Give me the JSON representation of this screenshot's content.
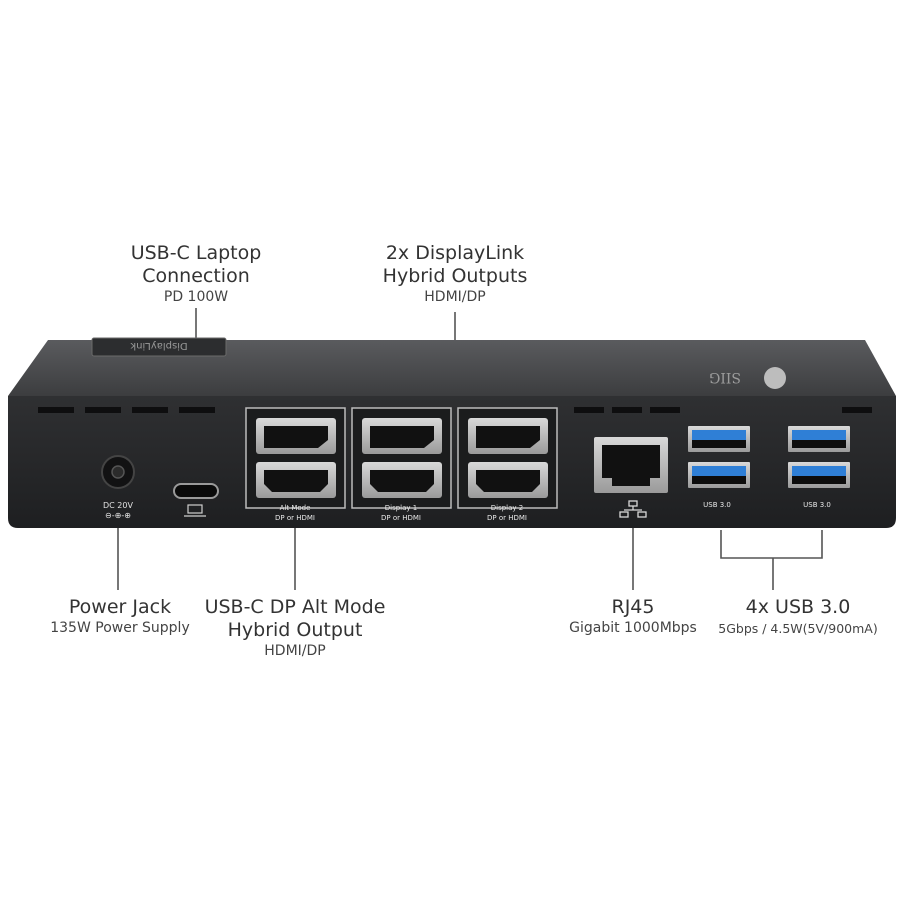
{
  "callouts": {
    "usbc": {
      "title_1": "USB-C Laptop",
      "title_2": "Connection",
      "sub": "PD 100W"
    },
    "displaylink": {
      "title_1": "2x DisplayLink",
      "title_2": "Hybrid Outputs",
      "sub": "HDMI/DP"
    },
    "power": {
      "title": "Power Jack",
      "sub": "135W Power Supply"
    },
    "altmode": {
      "title_1": "USB-C DP Alt Mode",
      "title_2": "Hybrid Output",
      "sub": "HDMI/DP"
    },
    "rj45": {
      "title": "RJ45",
      "sub": "Gigabit 1000Mbps"
    },
    "usb3": {
      "title": "4x USB 3.0",
      "sub": "5Gbps / 4.5W(5V/900mA)"
    }
  },
  "device": {
    "brand": "SIIG",
    "top_label": "DisplayLink",
    "dc_label": "DC 20V",
    "port_labels": {
      "alt_1": "Alt Mode",
      "alt_2": "DP or HDMI",
      "d1_1": "Display 1",
      "d1_2": "DP or HDMI",
      "d2_1": "Display 2",
      "d2_2": "DP or HDMI",
      "usb_a": "USB 3.0",
      "usb_b": "USB 3.0"
    }
  },
  "colors": {
    "usb_blue": "#2f7fd6",
    "body": "#2a2b2d",
    "top": "#48494b"
  }
}
